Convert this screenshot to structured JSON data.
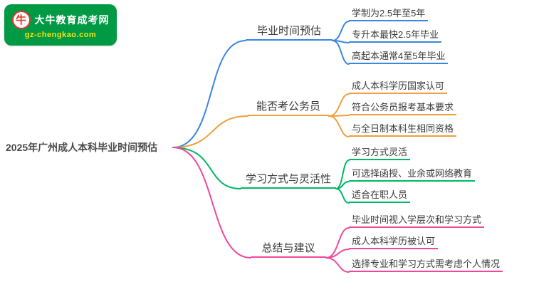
{
  "logo": {
    "title": "大牛教育成考网",
    "url": "gz-chengkao.com",
    "icon_glyph": "牛",
    "colors": {
      "background": "#009a44",
      "url_text": "#ffe400",
      "icon_red": "#e0392e"
    }
  },
  "root": {
    "label": "2025年广州成人本科毕业时间预估"
  },
  "branches": [
    {
      "label": "毕业时间预估",
      "color": "#3a86e0",
      "children": [
        {
          "label": "学制为2.5年至5年"
        },
        {
          "label": "专升本最快2.5年毕业"
        },
        {
          "label": "高起本通常4至5年毕业"
        }
      ]
    },
    {
      "label": "能否考公务员",
      "color": "#efa03d",
      "children": [
        {
          "label": "成人本科学历国家认可"
        },
        {
          "label": "符合公务员报考基本要求"
        },
        {
          "label": "与全日制本科生相同资格"
        }
      ]
    },
    {
      "label": "学习方式与灵活性",
      "color": "#00b865",
      "children": [
        {
          "label": "学习方式灵活"
        },
        {
          "label": "可选择函授、业余或网络教育"
        },
        {
          "label": "适合在职人员"
        }
      ]
    },
    {
      "label": "总结与建议",
      "color": "#f0479c",
      "children": [
        {
          "label": "毕业时间视入学层次和学习方式"
        },
        {
          "label": "成人本科学历被认可"
        },
        {
          "label": "选择专业和学习方式需考虑个人情况"
        }
      ]
    }
  ]
}
